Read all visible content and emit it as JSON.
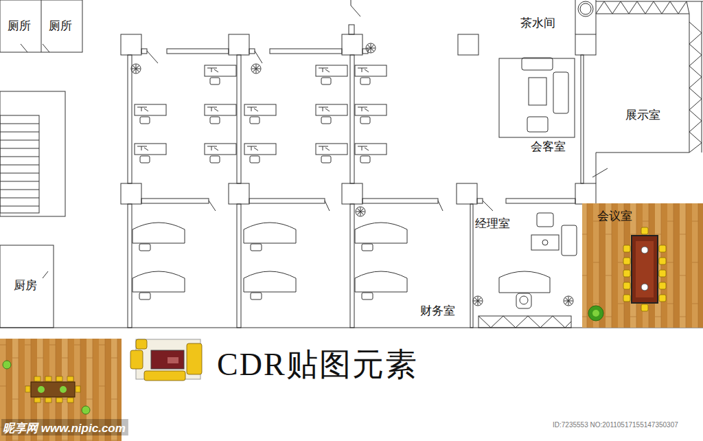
{
  "diagram": {
    "title": "CDR贴图元素",
    "nodes": [
      {
        "text": [
          "厕所"
        ]
      },
      {
        "text": [
          "厕所"
        ]
      },
      {
        "text": [
          "厨房"
        ]
      },
      {
        "text": [
          "会议室"
        ]
      },
      {
        "text": [
          "经理室"
        ]
      }
    ],
    "labels": [
      "茶水间",
      "展示室",
      "会客室",
      "财务室",
      "昵享网 www.nipic.com",
      "ID:7235553 NO:20110517155147350307"
    ]
  }
}
